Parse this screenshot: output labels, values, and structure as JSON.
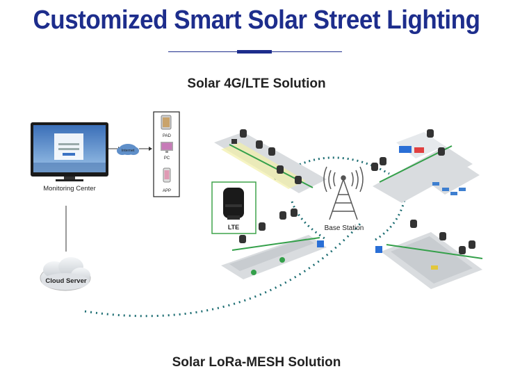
{
  "header": {
    "title": "Customized Smart Solar Street Lighting",
    "subtitle_top": "Solar 4G/LTE Solution",
    "subtitle_bottom": "Solar LoRa-MESH Solution"
  },
  "nodes": {
    "monitoring_center": "Monitoring Center",
    "internet": "Internet",
    "devices": [
      "PAD",
      "PC",
      "APP"
    ],
    "cloud_server": "Cloud Server",
    "lte_device": "LTE",
    "base_station": "Base Station"
  },
  "colors": {
    "title": "#1d2d8c",
    "signal_dots": "#1e6e73",
    "road": "#d9dcdf",
    "grass": "#34a04a",
    "lte_frame": "#3ea34a"
  }
}
